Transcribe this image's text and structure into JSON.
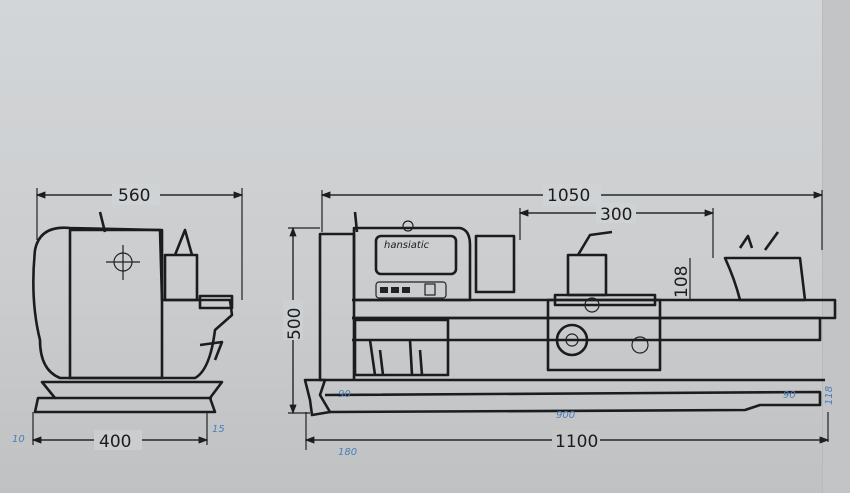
{
  "brand": "hansiatic",
  "dimensions": {
    "side_width": "560",
    "side_base": "400",
    "front_length": "1050",
    "front_base": "1100",
    "height": "500",
    "travel": "300",
    "center_height": "108"
  },
  "annotations": {
    "left_margin": "10",
    "right_margin": "15",
    "foot_left": "90",
    "foot_offset": "180",
    "bed_span": "900",
    "foot_right": "90",
    "right_edge": "118"
  }
}
